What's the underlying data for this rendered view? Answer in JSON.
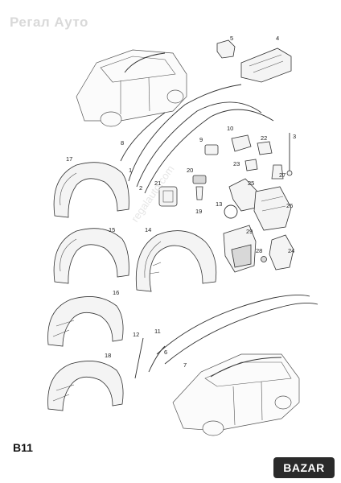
{
  "watermark": {
    "top_text": "Регал Ауто",
    "mid_text": "regalauto.com"
  },
  "page_code": "B11",
  "brand_logo_text": "BAZAR",
  "callouts": [
    "1",
    "2",
    "3",
    "4",
    "5",
    "6",
    "7",
    "8",
    "9",
    "10",
    "11",
    "12",
    "13",
    "14",
    "15",
    "16",
    "17",
    "18",
    "19",
    "20",
    "21",
    "22",
    "23",
    "24",
    "25",
    "26",
    "27",
    "28",
    "29"
  ]
}
